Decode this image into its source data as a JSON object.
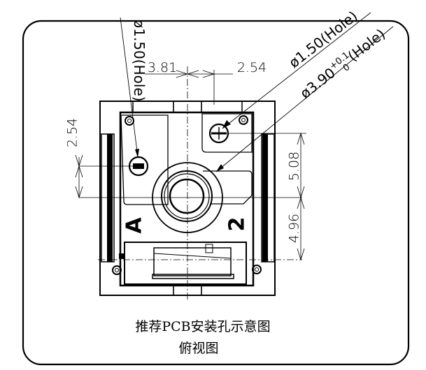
{
  "drawing": {
    "dimensions": {
      "top_left": "3.81",
      "top_right": "2.54",
      "left": "2.54",
      "right_upper": "5.08",
      "right_lower": "4.96"
    },
    "callouts": {
      "left_hole": "ø1.50(Hole)",
      "right_hole": "ø1.50(Hole)",
      "center_hole_prefix": "ø3.90",
      "center_hole_tol_upper": "+0.1",
      "center_hole_tol_lower": "0",
      "center_hole_suffix": "(Hole)"
    },
    "markings": {
      "left": "A",
      "right": "2"
    },
    "caption": {
      "line1": "推荐PCB安装孔示意图",
      "line2": "俯视图"
    }
  }
}
